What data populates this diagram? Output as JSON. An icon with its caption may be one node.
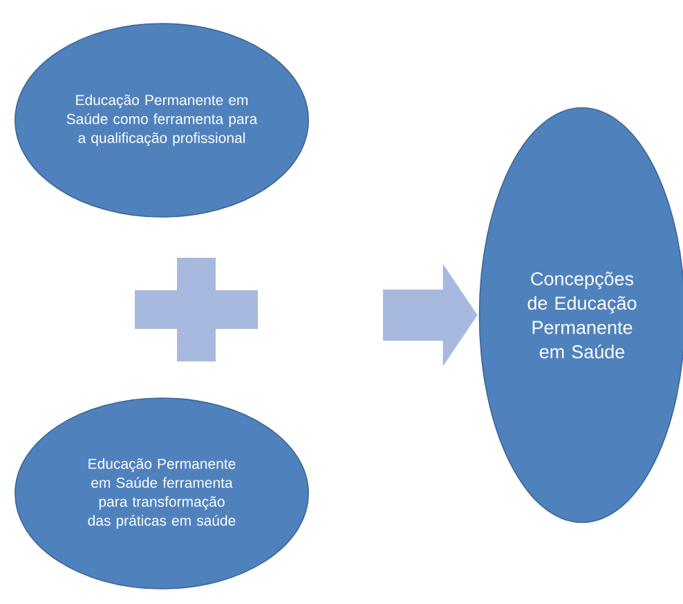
{
  "diagram": {
    "nodes": [
      {
        "text": [
          "Educação Permanente em Saúde como ferramenta para a qualificação profissional"
        ]
      },
      {
        "text": [
          "Educação Permanente em Saúde ferramenta para transformação das práticas em saúde"
        ]
      },
      {
        "text": [],
        "shape": "plus"
      },
      {
        "text": [
          "Concepções de Educação Permanente em Saúde"
        ]
      }
    ],
    "edges": [
      {
        "from": null,
        "to": 3,
        "arrow": "to"
      }
    ]
  }
}
